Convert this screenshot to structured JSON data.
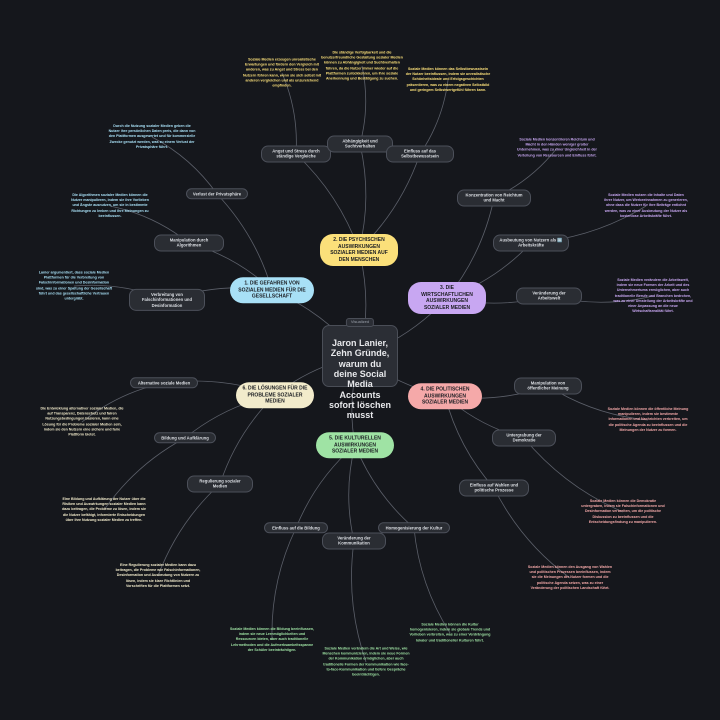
{
  "center": {
    "tag": "Visualized",
    "title": "Jaron Lanier, Zehn Gründe, warum du deine Social Media Accounts sofort löschen musst"
  },
  "colors": {
    "yellow": "#fbe07a",
    "blue": "#a8e0f6",
    "purple": "#c8a7f2",
    "pink": "#f5a9a9",
    "green": "#9fe3a4",
    "cream": "#f2ebcb",
    "line": "#5c606a"
  },
  "branches": {
    "b1": {
      "title": "1. DIE GEFAHREN VON SOZIALEN MEDIEN FÜR DIE GESELLSCHAFT",
      "subs": [
        {
          "label": "Verlust der Privatsphäre",
          "note": "Durch die Nutzung sozialer Medien geben die Nutzer ihre persönlichen Daten preis, die dann von den Plattformen ausgewertet und für kommerzielle Zwecke genutzt werden, was zu einem Verlust der Privatsphäre führt."
        },
        {
          "label": "Manipulation durch Algorithmen",
          "note": "Die Algorithmen sozialer Medien können die Nutzer manipulieren, indem sie ihre Vorlieben und Ängste ausnutzen, um sie in bestimmte Richtungen zu lenken und ihre Meinungen zu beeinflussen."
        },
        {
          "label": "Verbreitung von Falschinformationen und Desinformation",
          "note": "Lanier argumentiert, dass soziale Medien Plattformen für die Verbreitung von Falschinformationen und Desinformation sind, was zu einer Spaltung der Gesellschaft führt und das gesellschaftliche Vertrauen untergräbt."
        }
      ]
    },
    "b2": {
      "title": "2. DIE PSYCHISCHEN AUSWIRKUNGEN SOZIALER MEDIEN AUF DEN MENSCHEN",
      "subs": [
        {
          "label": "Angst und Stress durch ständige Vergleiche",
          "note": "Soziale Medien erzeugen unrealistische Erwartungen und fördern den Vergleich mit anderen, was zu Angst und Stress bei den Nutzern führen kann, wenn sie sich selbst mit anderen vergleichen und als unzureichend empfinden."
        },
        {
          "label": "Abhängigkeit und Suchtverhalten",
          "note": "Die ständige Verfügbarkeit und die benutzerfreundliche Gestaltung sozialer Medien können zu Abhängigkeit und Suchtverhalten führen, da die Nutzer immer wieder auf die Plattformen zurückkehren, um ihre soziale Anerkennung und Bestätigung zu suchen."
        },
        {
          "label": "Einfluss auf das Selbstbewusstsein",
          "note": "Soziale Medien können das Selbstbewusstsein der Nutzer beeinflussen, indem sie unrealistische Schönheitsideale und Erfolgsgeschichten präsentieren, was zu einem negativen Selbstbild und geringem Selbstwertgefühl führen kann."
        }
      ]
    },
    "b3": {
      "title": "3. DIE WIRTSCHAFTLICHEN AUSWIRKUNGEN SOZIALER MEDIEN",
      "subs": [
        {
          "label": "Konzentration von Reichtum und Macht",
          "note": "Soziale Medien konzentrieren Reichtum und Macht in den Händen weniger großer Unternehmen, was zu einer Ungleichheit in der Verteilung von Ressourcen und Einfluss führt."
        },
        {
          "label": "Ausbeutung von Nutzern als 🆓 Arbeitskräfte",
          "note": "Soziale Medien nutzen die Inhalte und Daten ihrer Nutzer, um Werbeeinnahmen zu generieren, ohne dass die Nutzer für ihre Beiträge entlohnt werden, was zu einer Ausbeutung der Nutzer als kostenlose Arbeitskräfte führt."
        },
        {
          "label": "Veränderung der Arbeitswelt",
          "note": "Soziale Medien verändern die Arbeitswelt, indem sie neue Formen der Arbeit und des Unternehmertums ermöglichen, aber auch traditionelle Berufe und Branchen bedrohen, was zu einer Umstellung der Arbeitskräfte und einer Anpassung an die neue Wirtschaftsrealität führt."
        }
      ]
    },
    "b4": {
      "title": "4. DIE POLITISCHEN AUSWIRKUNGEN SOZIALER MEDIEN",
      "subs": [
        {
          "label": "Manipulation von öffentlicher Meinung",
          "note": "Soziale Medien können die öffentliche Meinung manipulieren, indem sie bestimmte Informationen und Nachrichten verbreiten, um die politische Agenda zu beeinflussen und die Meinungen der Nutzer zu formen."
        },
        {
          "label": "Untergrabung der Demokratie",
          "note": "Soziale Medien können die Demokratie untergraben, indem sie Falschinformationen und Desinformation verbreiten, um die politische Diskussion zu beeinflussen und die Entscheidungsfindung zu manipulieren."
        },
        {
          "label": "Einfluss auf Wahlen und politische Prozesse",
          "note": "Soziale Medien können den Ausgang von Wahlen und politischen Prozessen beeinflussen, indem sie die Meinungen der Nutzer formen und die politische Agenda setzen, was zu einer Veränderung der politischen Landschaft führt."
        }
      ]
    },
    "b5": {
      "title": "5. DIE KULTURELLEN AUSWIRKUNGEN SOZIALER MEDIEN",
      "subs": [
        {
          "label": "Einfluss auf die Bildung",
          "note": "Soziale Medien können die Bildung beeinflussen, indem sie neue Lernmöglichkeiten und Ressourcen bieten, aber auch traditionelle Lehrmethoden und die Aufmerksamkeitsspanne der Schüler beeinträchtigen."
        },
        {
          "label": "Veränderung der Kommunikation",
          "note": "Soziale Medien verändern die Art und Weise, wie Menschen kommunizieren, indem sie neue Formen der Kommunikation ermöglichen, aber auch traditionelle Formen der Kommunikation wie face-to-face-Kommunikation und tiefere Gespräche beeinträchtigen."
        },
        {
          "label": "Homogenisierung der Kultur",
          "note": "Soziale Medien können die Kultur homogenisieren, indem sie globale Trends und Vorlieben verbreiten, was zu einer Verdrängung lokaler und traditioneller Kulturen führt."
        }
      ]
    },
    "b6": {
      "title": "6. DIE LÖSUNGEN FÜR DIE PROBLEME SOZIALER MEDIEN",
      "subs": [
        {
          "label": "Alternative soziale Medien",
          "note": "Die Entwicklung alternativer sozialer Medien, die auf Transparenz, Datenschutz und fairen Nutzungsbedingungen basieren, kann eine Lösung für die Probleme sozialer Medien sein, indem sie den Nutzern eine sichere und faire Plattform bietet."
        },
        {
          "label": "Bildung und Aufklärung",
          "note": "Eine Bildung und Aufklärung der Nutzer über die Risiken und Auswirkungen sozialer Medien kann dazu beitragen, die Probleme zu lösen, indem sie die Nutzer befähigt, informierte Entscheidungen über ihre Nutzung sozialer Medien zu treffen."
        },
        {
          "label": "Regulierung sozialer Medien",
          "note": "Eine Regulierung sozialer Medien kann dazu beitragen, die Probleme wie Falschinformationen, Desinformation und Ausbeutung von Nutzern zu lösen, indem sie klare Richtlinien und Vorschriften für die Plattformen setzt."
        }
      ]
    }
  }
}
